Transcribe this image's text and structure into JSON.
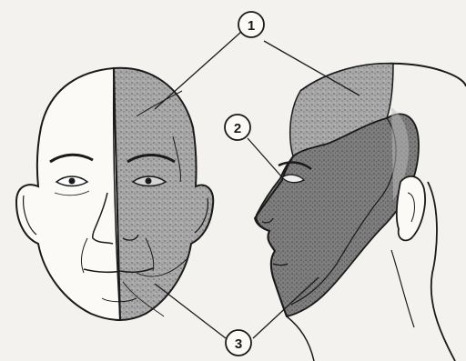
{
  "callouts": [
    {
      "number": "1"
    },
    {
      "number": "2"
    },
    {
      "number": "3"
    }
  ],
  "colors": {
    "background": "#f4f2ee",
    "ink": "#1a1a1a",
    "shade_dark": "#7a7a7a",
    "shade_mid": "#a3a3a3",
    "skin": "#fbfaf7"
  }
}
